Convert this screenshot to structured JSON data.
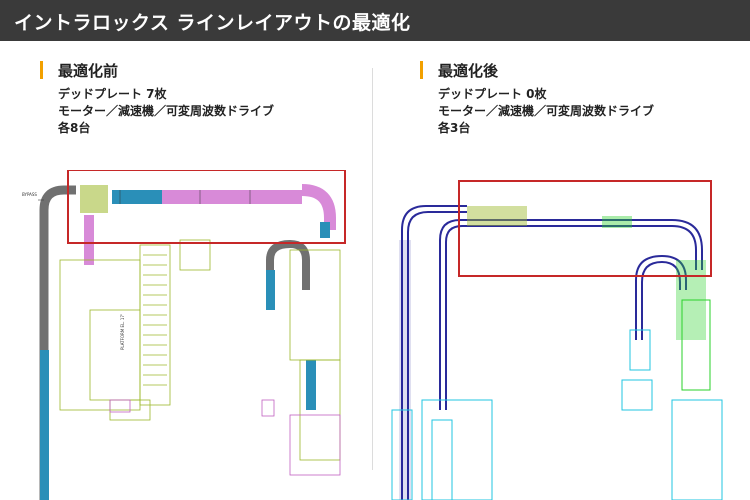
{
  "header": {
    "title": "イントラロックス ラインレイアウトの最適化"
  },
  "before": {
    "heading": "最適化前",
    "lines": [
      "デッドプレート 7枚",
      "モーター／減速機／可変周波数ドライブ",
      "各8台"
    ],
    "bypass_label": "BYPASS",
    "platform_label": "PLATFORM EL. 17'"
  },
  "after": {
    "heading": "最適化後",
    "lines": [
      "デッドプレート 0枚",
      "モーター／減速機／可変周波数ドライブ",
      "各3台"
    ]
  },
  "colors": {
    "header_bg": "#3a3a3a",
    "accent": "#f2a000",
    "highlight_box": "#c62828",
    "before_conveyor_gray": "#707070",
    "before_conveyor_blue": "#2a8fb8",
    "before_conveyor_pink": "#d88ad8",
    "before_equipment": "#9cb82a",
    "after_conveyor": "#2a2a9a",
    "after_equipment_cyan": "#22c4e0",
    "after_equipment_green": "#2ad02a"
  }
}
